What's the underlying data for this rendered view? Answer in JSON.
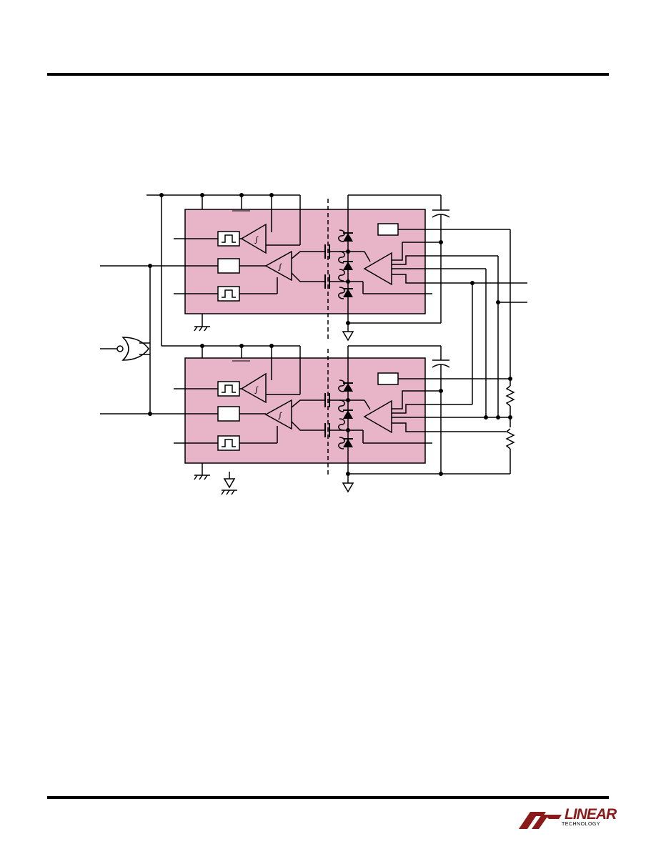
{
  "brand": {
    "name": "LINEAR",
    "subname": "TECHNOLOGY",
    "color": "#8b1a1a"
  },
  "diagram": {
    "block_fill": "#e8b4c8",
    "line_color": "#000000",
    "description_blocks": [
      "isolator-channel-top",
      "isolator-channel-bottom"
    ]
  }
}
